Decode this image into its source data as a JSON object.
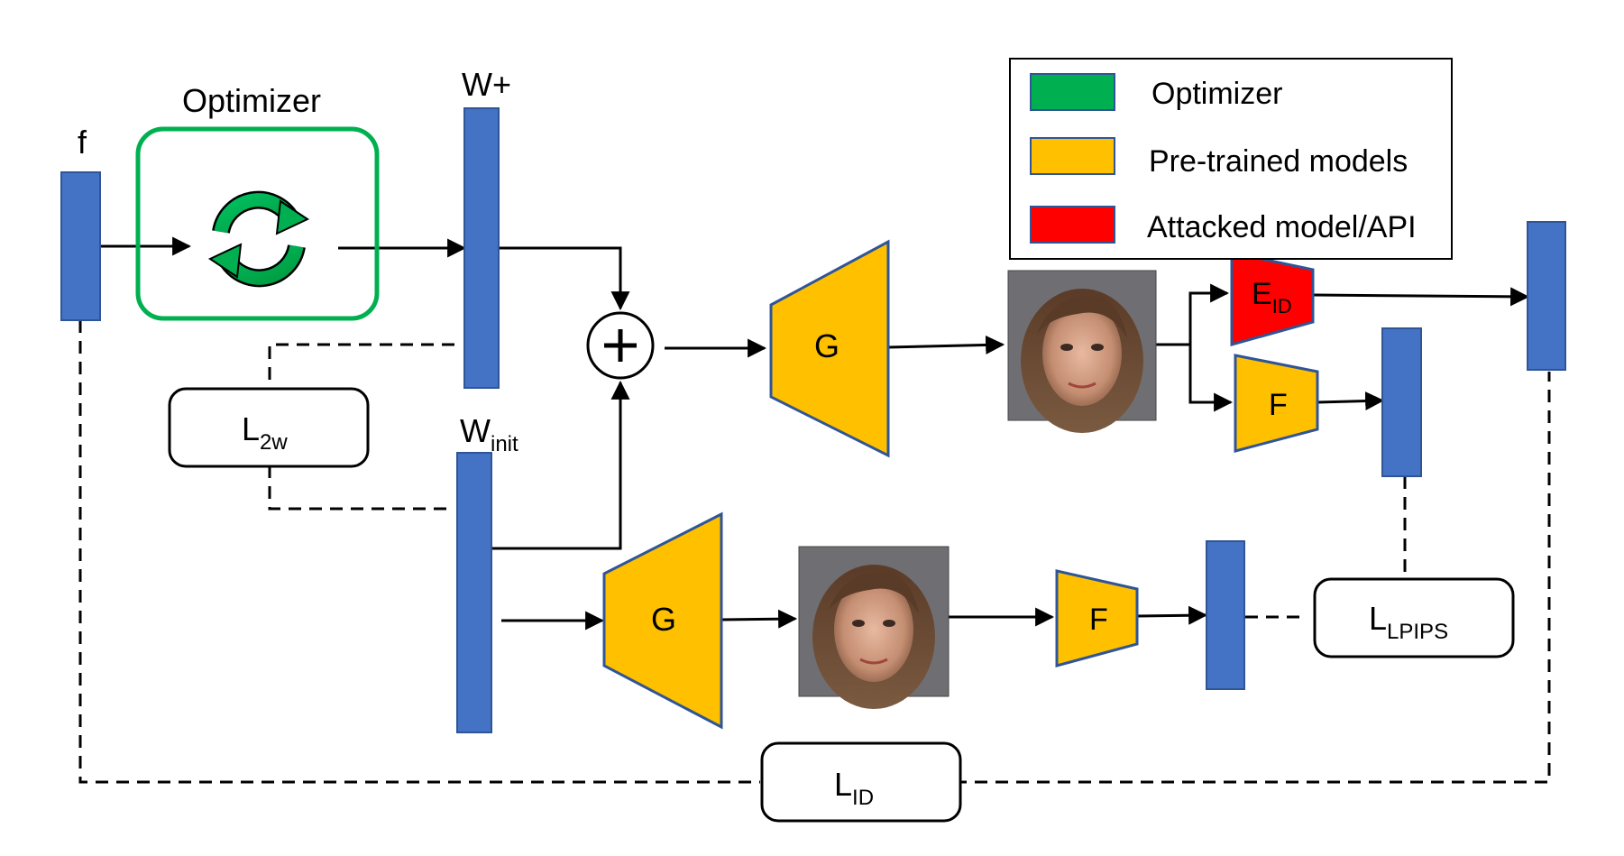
{
  "labels": {
    "f": "f",
    "optimizer_title": "Optimizer",
    "w_plus": "W+",
    "w_init_main": "W",
    "w_init_sub": "init",
    "l2w_main": "L",
    "l2w_sub": "2w",
    "plus": "+",
    "g_top": "G",
    "g_bottom": "G",
    "eid_main": "E",
    "eid_sub": "ID",
    "f_top": "F",
    "f_bottom": "F",
    "llpips_main": "L",
    "llpips_sub": "LPIPS",
    "lid_main": "L",
    "lid_sub": "ID"
  },
  "legend": {
    "items": [
      {
        "label": "Optimizer",
        "color": "#00b050"
      },
      {
        "label": "Pre-trained models",
        "color": "#ffc000"
      },
      {
        "label": "Attacked model/API",
        "color": "#ff0000"
      }
    ]
  },
  "colors": {
    "vector": "#4472c4",
    "optimizer": "#00b050",
    "pretrained": "#ffc000",
    "attacked": "#ff0000",
    "trapezoid_border": "#2f5597"
  }
}
